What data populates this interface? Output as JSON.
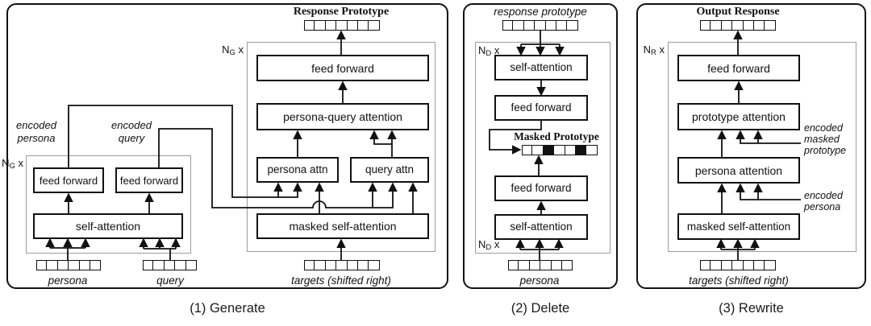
{
  "colors": {
    "line": "#111111",
    "gray_box_border": "#9c9c9c",
    "background": "#ffffff",
    "masked_token": "#111111"
  },
  "captions": {
    "generate": "(1) Generate",
    "delete": "(2) Delete",
    "rewrite": "(3) Rewrite"
  },
  "generate": {
    "output_title": "Response Prototype",
    "decoder": {
      "repeat": {
        "base": "N",
        "sub": "G",
        "times": " x"
      },
      "feed_forward": "feed forward",
      "persona_query_attention": "persona-query attention",
      "persona_attn": "persona attn",
      "query_attn": "query attn",
      "masked_self_attention": "masked self-attention"
    },
    "encoder": {
      "repeat": {
        "base": "N",
        "sub": "G",
        "times": " x"
      },
      "feed_forward_left": "feed forward",
      "feed_forward_right": "feed forward",
      "self_attention": "self-attention",
      "encoded_persona": {
        "line1": "encoded",
        "line2": "persona"
      },
      "encoded_query": {
        "line1": "encoded",
        "line2": "query"
      }
    },
    "inputs": {
      "persona": "persona",
      "query": "query",
      "targets": "targets (shifted right)"
    },
    "strips": {
      "output": [
        0,
        0,
        0,
        0,
        0,
        0,
        0
      ],
      "persona": [
        0,
        0,
        0,
        0,
        0,
        0
      ],
      "query": [
        0,
        0,
        0,
        0,
        0
      ],
      "targets": [
        0,
        0,
        0,
        0,
        0,
        0,
        0
      ]
    }
  },
  "delete": {
    "input_title": "response prototype",
    "repeat_top": {
      "base": "N",
      "sub": "D",
      "times": " x"
    },
    "repeat_bottom": {
      "base": "N",
      "sub": "D",
      "times": " x"
    },
    "self_attention_top": "self-attention",
    "feed_forward_top": "feed forward",
    "masked_prototype_title": "Masked Prototype",
    "feed_forward_bottom": "feed forward",
    "self_attention_bottom": "self-attention",
    "persona_label": "persona",
    "strips": {
      "input": [
        0,
        0,
        0,
        0,
        0,
        0,
        0
      ],
      "masked": [
        0,
        0,
        1,
        0,
        0,
        1,
        0
      ],
      "persona": [
        0,
        0,
        0,
        0,
        0,
        0
      ]
    }
  },
  "rewrite": {
    "output_title": "Output Response",
    "repeat": {
      "base": "N",
      "sub": "R",
      "times": " x"
    },
    "feed_forward": "feed forward",
    "prototype_attention": "prototype attention",
    "persona_attention": "persona attention",
    "masked_self_attention": "masked self-attention",
    "encoded_masked_prototype": {
      "line1": "encoded",
      "line2": "masked",
      "line3": "prototype"
    },
    "encoded_persona": {
      "line1": "encoded",
      "line2": "persona"
    },
    "targets_label": "targets (shifted right)",
    "strips": {
      "output": [
        0,
        0,
        0,
        0,
        0,
        0,
        0
      ],
      "targets": [
        0,
        0,
        0,
        0,
        0,
        0,
        0
      ]
    }
  }
}
